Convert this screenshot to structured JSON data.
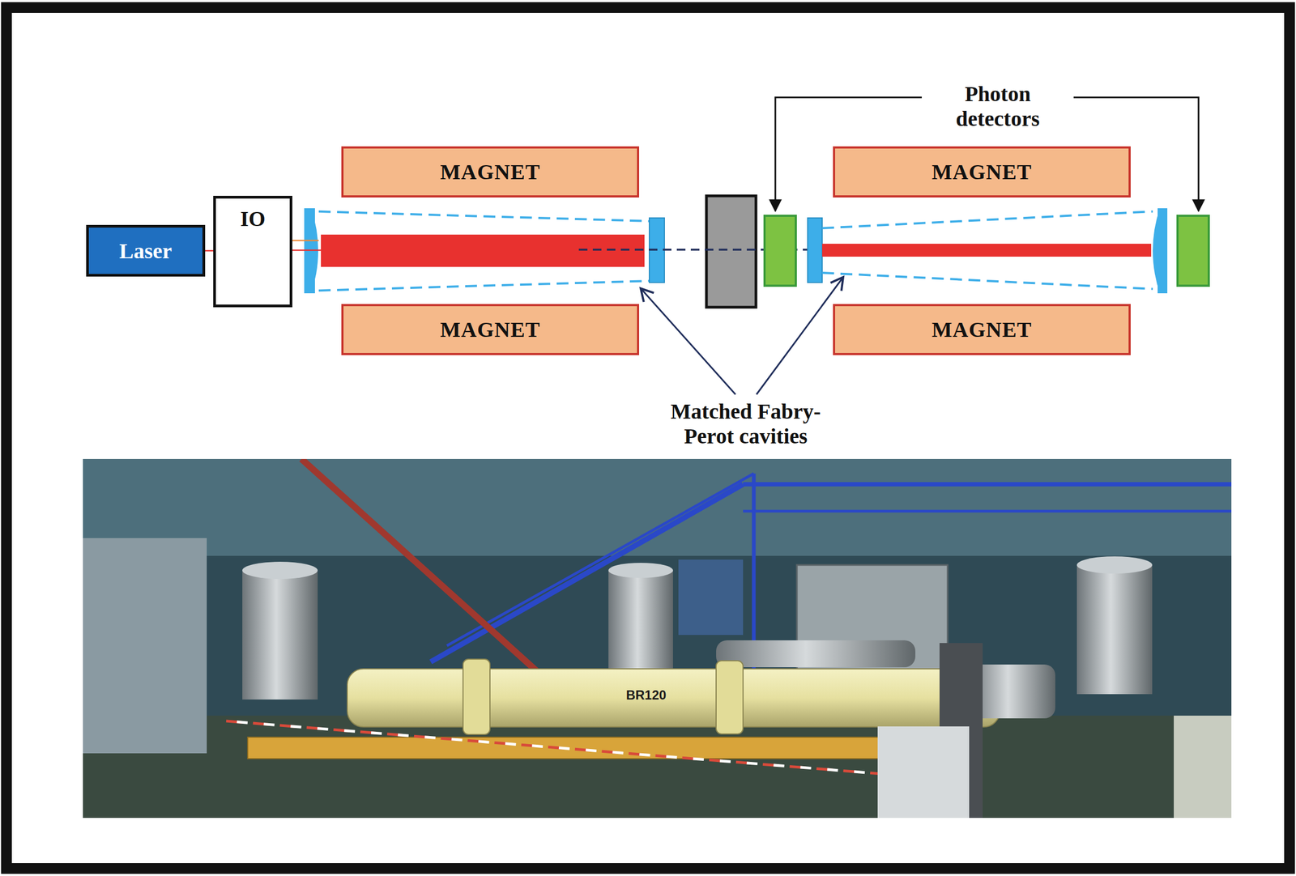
{
  "diagram": {
    "nodes": [
      {
        "text": [
          "MAGNET"
        ]
      },
      {
        "text": [
          "MAGNET"
        ]
      },
      {
        "text": [
          "Laser"
        ]
      },
      {
        "text": [
          "IO"
        ]
      },
      {
        "text": [
          "MAGNET"
        ]
      },
      {
        "text": [
          "MAGNET"
        ]
      }
    ],
    "edges": [
      {
        "from": 2,
        "to": 3,
        "arrow": "none"
      }
    ],
    "labels": [
      "Photon detectors",
      "Matched Fabry- Perot cavities",
      "BR120"
    ]
  }
}
